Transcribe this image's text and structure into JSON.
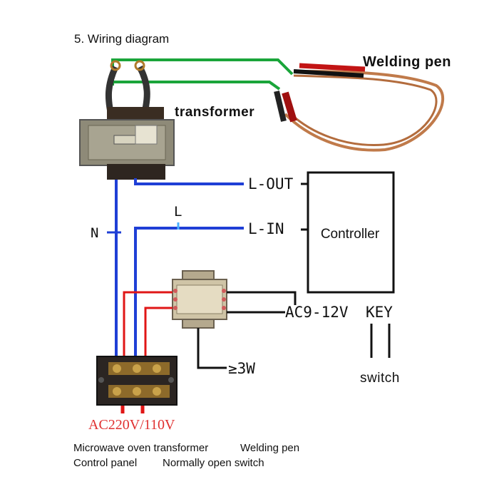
{
  "title": "5.  Wiring diagram",
  "labels": {
    "welding_pen": "Welding pen",
    "transformer": "transformer",
    "l_out": "L-OUT",
    "l_in": "L-IN",
    "l": "L",
    "n": "N",
    "controller": "Controller",
    "ac_low": "AC9-12V",
    "key": "KEY",
    "power_rating": "≥3W",
    "switch": "switch",
    "mains": "AC220V/110V"
  },
  "legend": {
    "line1_a": "Microwave oven transformer",
    "line1_b": "Welding pen",
    "line2_a": "Control panel",
    "line2_b": "Normally open switch"
  },
  "colors": {
    "blue_wire": "#1f3fd6",
    "green_wire": "#1aa53a",
    "red_wire": "#e01616",
    "black_wire": "#111111",
    "copper": "#c07a4a",
    "mains_text": "#e03030"
  }
}
